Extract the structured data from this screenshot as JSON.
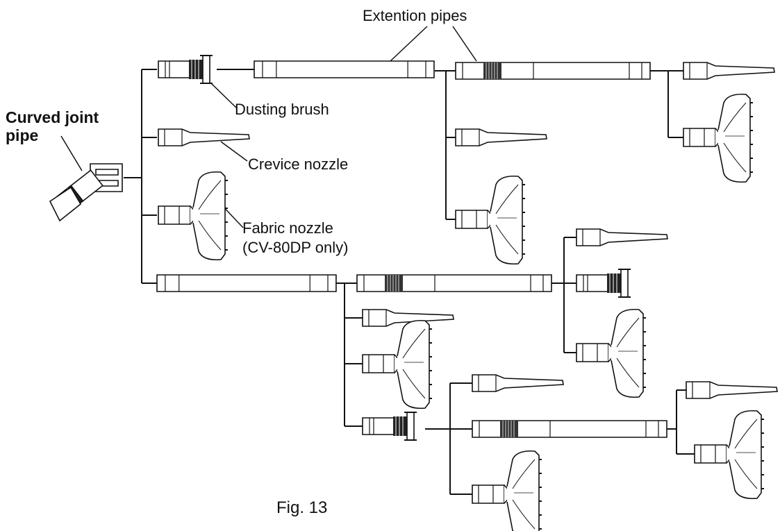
{
  "labels": {
    "curved_joint_pipe": [
      "Curved joint",
      "pipe"
    ],
    "extension_pipes": "Extention pipes",
    "dusting_brush": "Dusting brush",
    "crevice_nozzle": "Crevice nozzle",
    "fabric_nozzle": [
      "Fabric nozzle",
      "(CV-80DP only)"
    ]
  },
  "caption": "Fig. 13",
  "colors": {
    "line": "#111111",
    "background": "#ffffff"
  }
}
